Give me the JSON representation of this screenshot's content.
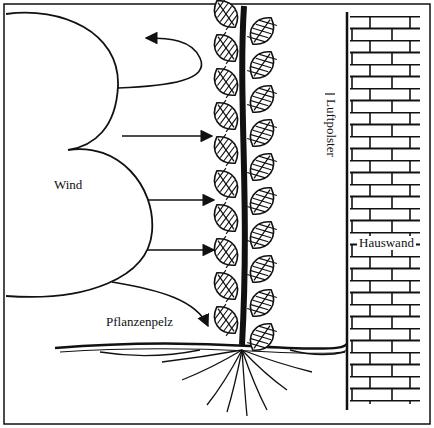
{
  "diagram": {
    "nodes": [
      {
        "text": [
          "Wind"
        ]
      }
    ],
    "labels": [
      "Luftpolster",
      "Hauswand",
      "Pflanzenpelz"
    ]
  }
}
